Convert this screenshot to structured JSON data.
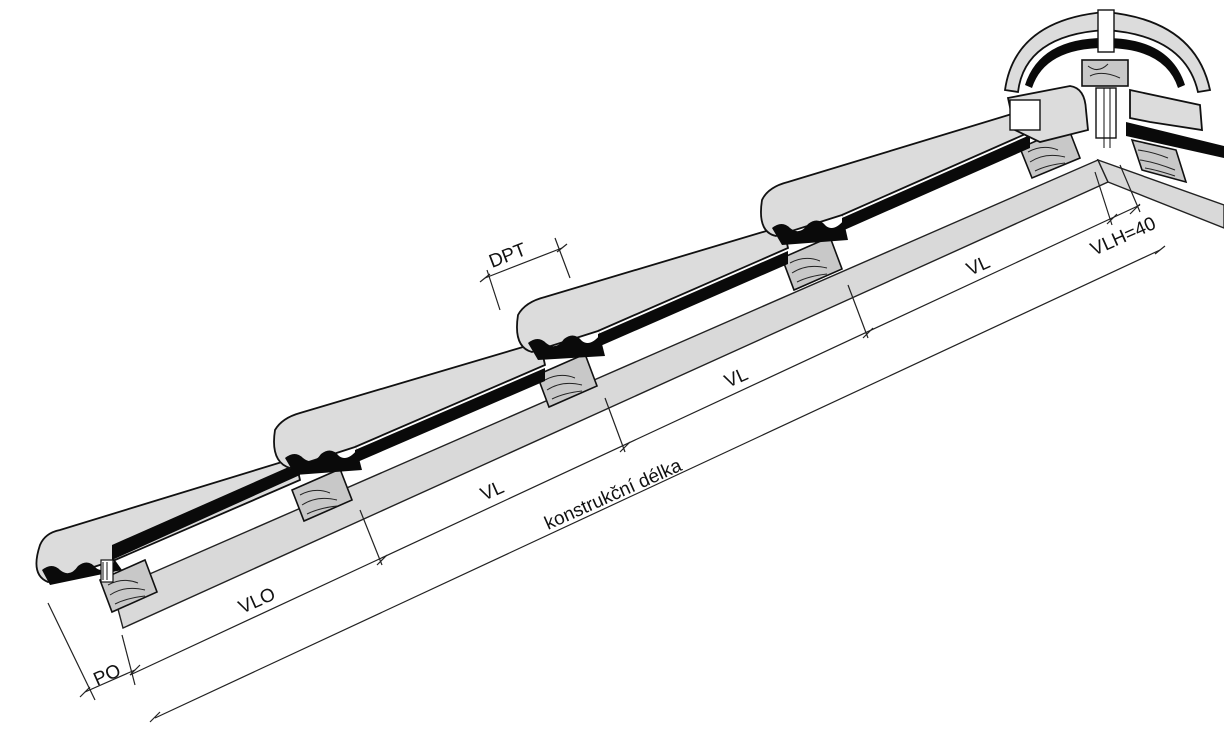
{
  "labels": {
    "dpt": "DPT",
    "po": "PO",
    "vlo": "VLO",
    "vl_1": "VL",
    "vl_2": "VL",
    "vl_3": "VL",
    "vlh": "VLH=40",
    "construction_length": "konstrukční délka"
  },
  "colors": {
    "tile_fill": "#dcdcdc",
    "rafter_fill": "#d9d9d9",
    "outline": "#111111",
    "batten_fill": "#c8c8c8"
  }
}
